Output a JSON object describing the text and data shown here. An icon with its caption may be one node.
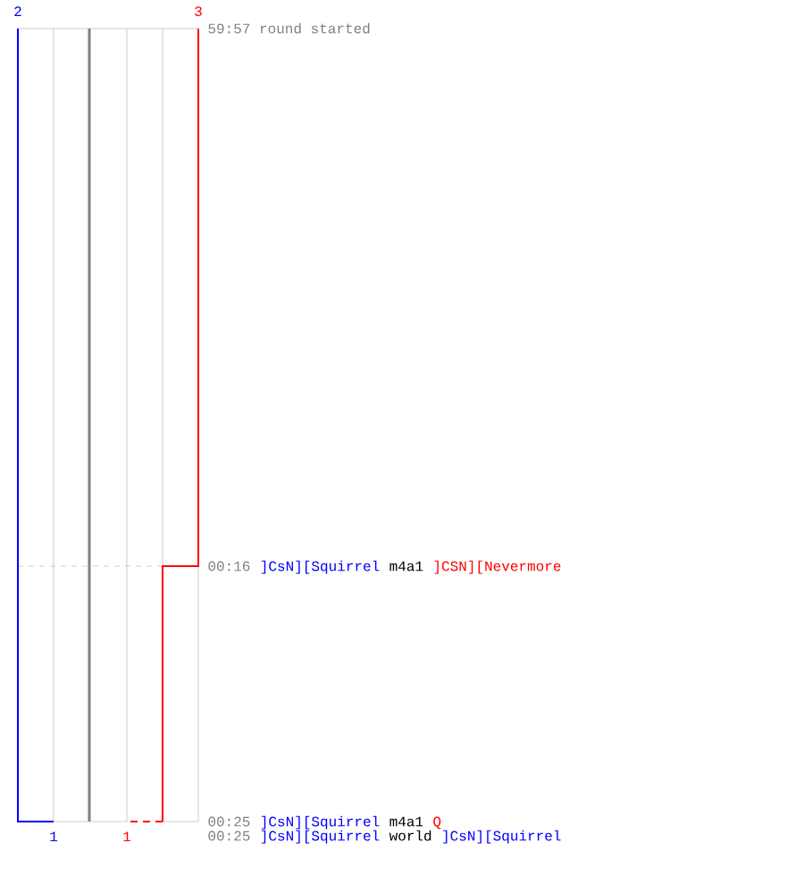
{
  "diagram": {
    "labels": [
      "2",
      "3",
      "59:57 round started",
      "00:16",
      "]CsN][Squirrel",
      "m4a1",
      "]CSN][Nevermore",
      "1",
      "1",
      "00:25",
      "]CsN][Squirrel",
      "m4a1",
      "Q",
      "00:25",
      "]CsN][Squirrel",
      "world",
      "]CsN][Squirrel"
    ]
  }
}
